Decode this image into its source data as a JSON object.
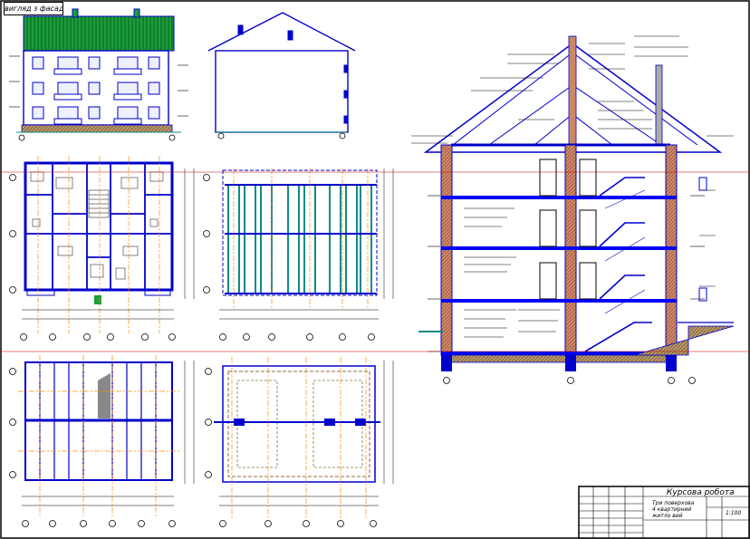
{
  "stamp": {
    "text": "вигляд з фасаду"
  },
  "title_block": {
    "name": "Курсова робота",
    "description_line1": "Три поверхова",
    "description_line2": "4 квартирний",
    "description_line3": "житло вий",
    "scale": "1:100"
  },
  "colors": {
    "outline": "#0000cc",
    "wall_fill": "#0000ff",
    "roof_tile": "#1a9e3a",
    "slab": "#0e8a8a",
    "axis": "#ff8c00",
    "section_red": "#cc0000",
    "foundation": "#8b6d4a",
    "ink": "#000000"
  }
}
